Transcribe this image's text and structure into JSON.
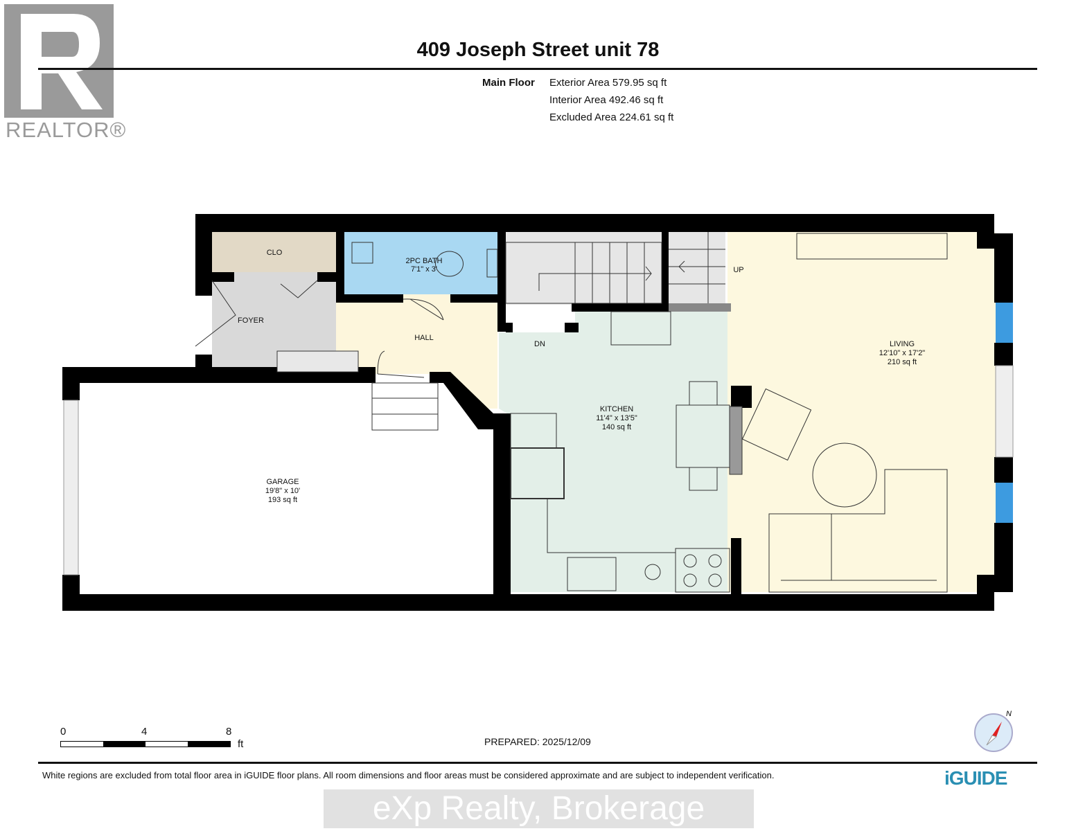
{
  "header": {
    "title": "409 Joseph Street unit 78",
    "floor_name": "Main Floor",
    "areas": [
      "Exterior Area 579.95 sq ft",
      "Interior Area 492.46 sq ft",
      "Excluded Area 224.61 sq ft"
    ]
  },
  "logo": {
    "text": "REALTOR®"
  },
  "rooms": {
    "clo": {
      "name": "CLO"
    },
    "foyer": {
      "name": "FOYER"
    },
    "bath": {
      "name": "2PC BATH",
      "dims": "7'1\" x 3'"
    },
    "hall": {
      "name": "HALL"
    },
    "kitchen": {
      "name": "KITCHEN",
      "dims": "11'4\" x 13'5\"",
      "area": "140 sq ft"
    },
    "living": {
      "name": "LIVING",
      "dims": "12'10\" x 17'2\"",
      "area": "210 sq ft"
    },
    "garage": {
      "name": "GARAGE",
      "dims": "19'8\" x 10'",
      "area": "193 sq ft"
    },
    "stairs_up": "UP",
    "stairs_down": "DN"
  },
  "scale": {
    "ticks": [
      "0",
      "4",
      "8"
    ],
    "unit": "ft"
  },
  "prepared": "PREPARED: 2025/12/09",
  "compass": {
    "label": "N"
  },
  "footer": {
    "disclaimer": "White regions are excluded from total floor area in iGUIDE floor plans. All room dimensions and floor areas must be considered approximate and are subject to independent verification.",
    "watermark": "eXp Realty, Brokerage",
    "brand": "iGUIDE"
  },
  "colors": {
    "closet": "#e2d9c6",
    "foyer": "#d9d9d9",
    "bath": "#a9d8f2",
    "hall": "#fdf6dc",
    "kitchen": "#e3efe8",
    "living": "#fdf8df",
    "window": "#3d9be0",
    "wall": "#000000",
    "brand": "#2a8fb3"
  }
}
